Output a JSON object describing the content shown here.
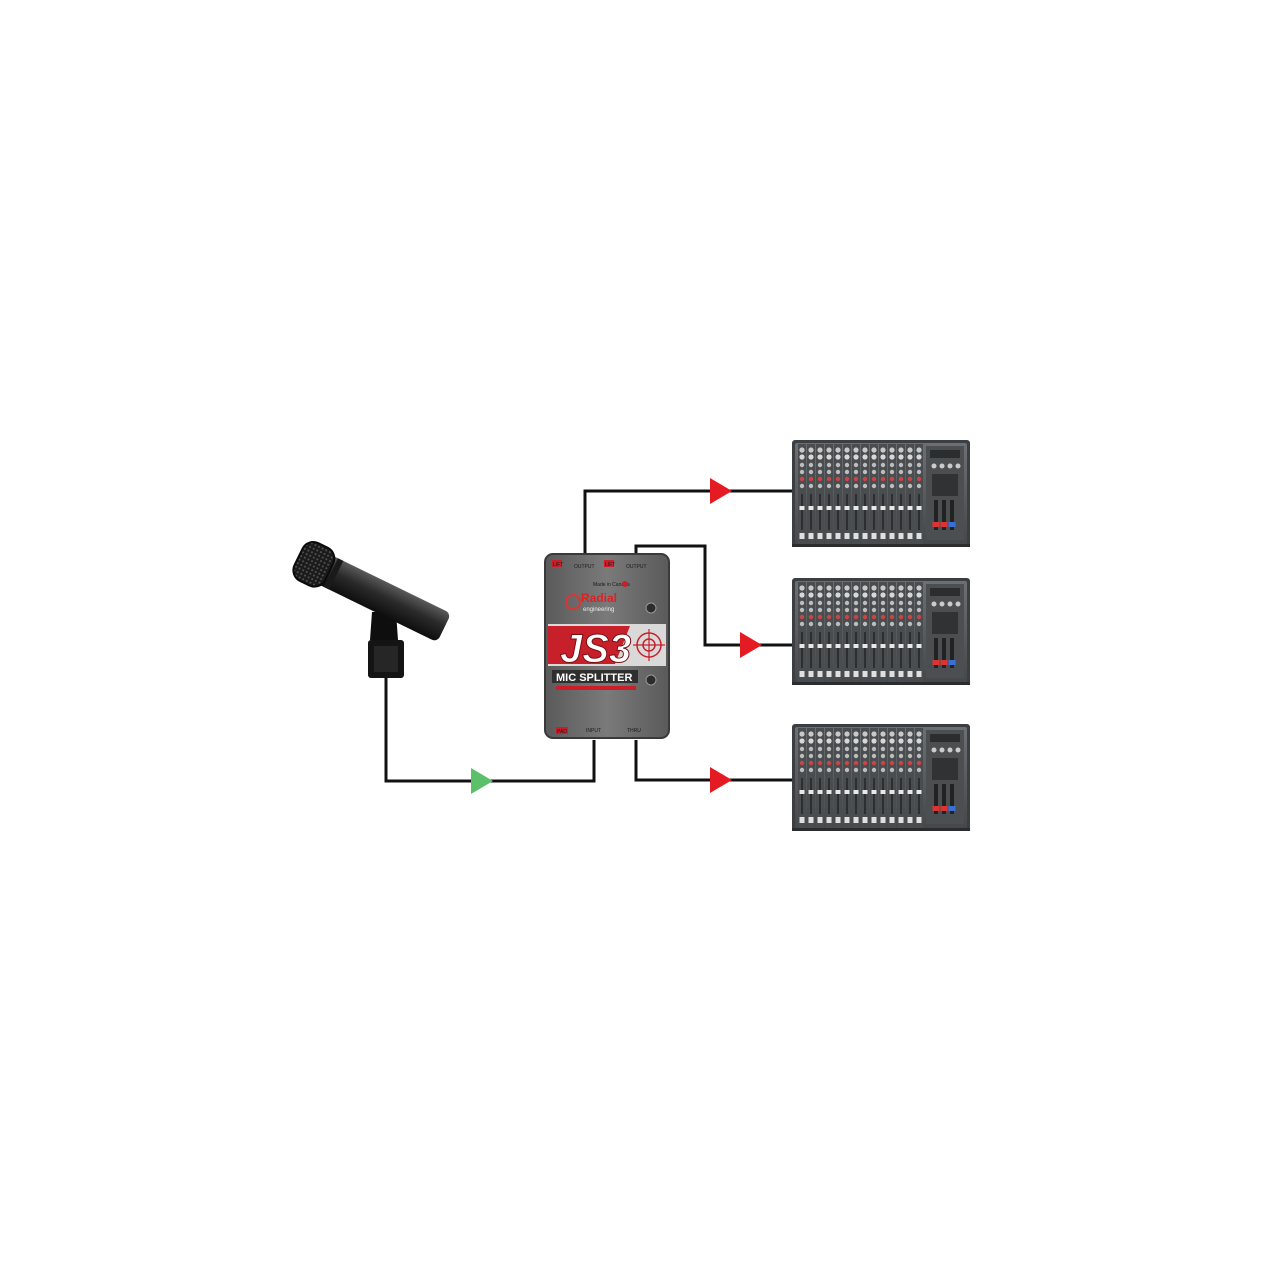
{
  "splitter": {
    "brand": "Radial",
    "brand_sub": "engineering",
    "model": "JS3",
    "product": "MIC SPLITTER",
    "made_in": "Made in Canada",
    "output_a_label": "OUTPUT",
    "output_b_label": "OUTPUT",
    "input_label": "INPUT",
    "thru_label": "THRU",
    "lift_a": "LIFT",
    "lift_b": "LIFT",
    "pad_label": "PAD"
  },
  "colors": {
    "cable": "#111111",
    "input_arrow": "#5cbf6a",
    "output_arrow": "#e51b24",
    "box_body": "#6b6b6b",
    "box_accent": "#c8202a",
    "mixer_body": "#55595c"
  },
  "icons": {
    "microphone": "microphone-icon",
    "mixer": "mixing-console-icon",
    "splitter": "mic-splitter-box"
  }
}
